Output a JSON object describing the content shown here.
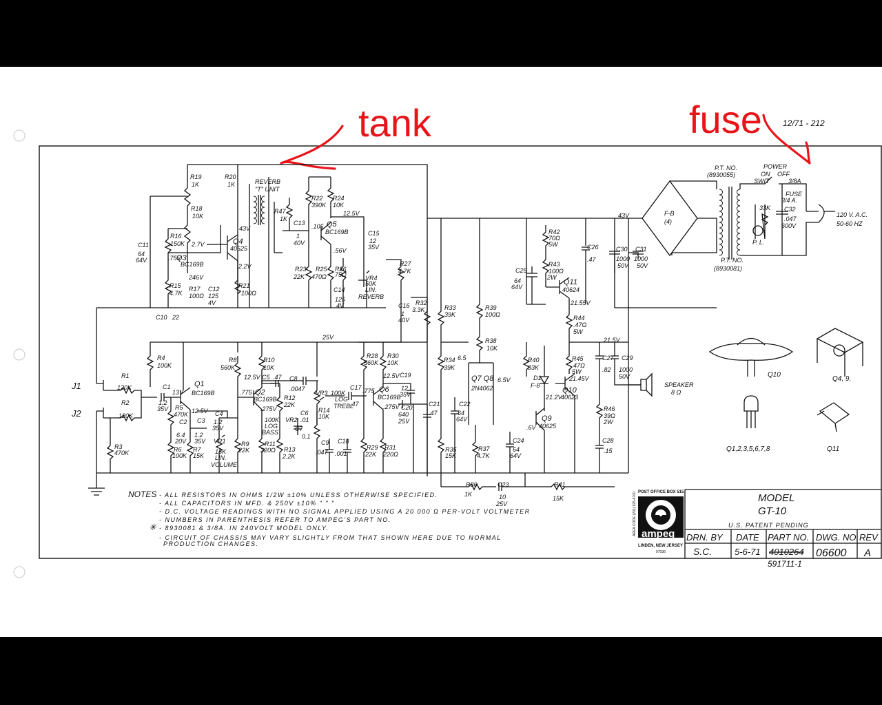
{
  "annotations": {
    "tank": "tank",
    "fuse": "fuse"
  },
  "header": {
    "doc_code": "12/71 - 212"
  },
  "reverb_labels": {
    "line1": "REVERB",
    "line2": "\"T\" UNIT"
  },
  "components": {
    "r19": "R19",
    "r19v": "1K",
    "r20": "R20",
    "r20v": "1K",
    "r18": "R18",
    "r18v": "10K",
    "r16": "R16",
    "r16v": "150K",
    "q3": "Q3",
    "q3t": "BC169B",
    "q4": "Q4",
    "q4t": "40625",
    "r15": "R15",
    "r15v": "4.7K",
    "r17": "R17",
    "r17v": "100Ω",
    "c12": "C12",
    "c12v": "125",
    "c12v2": "4V",
    "r21": "R21",
    "r21v": "100Ω",
    "c11": "C11",
    "c11v": "64",
    "c11v2": "64V",
    "c10": "C10",
    "c10v": "22",
    "r47": "R47",
    "r47v": "1K",
    "c13": "C13",
    "c13v": "1",
    "c13v2": "40V",
    "r22": "R22",
    "r22v": "390K",
    "r24": "R24",
    "r24v": "10K",
    "q5": "Q5",
    "q5t": "BC169B",
    "c15": "C15",
    "c15v": "12",
    "c15v2": "35V",
    "r23": "R23",
    "r23v": "22K",
    "r25": "R25",
    "r25v": "470Ω",
    "r26": "R26",
    "r26v": "75Ω",
    "vr4": "VR4",
    "vr4v": "50K",
    "vr4l": "LIN.",
    "vr4n": "REVERB",
    "c14": "C14",
    "c14v": "125",
    "c14v2": "4V",
    "r27": "R27",
    "r27v": "4.7K",
    "c16": "C16",
    "c16v": "1",
    "c16v2": "40V",
    "r32": "R32",
    "r32v": "3.3K",
    "r33": "R33",
    "r33v": "39K",
    "r39": "R39",
    "r39v": "100Ω",
    "r42": "R42",
    "r42v": "70Ω",
    "r42w": "5W",
    "r43": "R43",
    "r43v": "100Ω",
    "r43w": "2W",
    "c25": "C25",
    "c25v": "64",
    "c25v2": "64V",
    "q11": "Q11",
    "q11t": "40624",
    "c26": "C26",
    "c26v": ".47",
    "r44": "R44",
    "r44v": ".47Ω",
    "r44w": "5W",
    "c30": "C30",
    "c30v": "1000",
    "c30v2": "50V",
    "c31": "C31",
    "c31v": "1000",
    "c31v2": "50V",
    "fb": "F-B",
    "fbn": "(4)",
    "pt1": "P.T. NO.",
    "pt1n": "(8930055)",
    "pt2": "P.T. NO.",
    "pt2n": "(8930081)",
    "power": "POWER",
    "on": "ON",
    "off": "OFF",
    "swit": "SWIT",
    "fuse_rating": "3/8A",
    "fuse_label": "FUSE",
    "fuse_val": "3/4 A.",
    "c32": "C32",
    "c32v": ".047",
    "c32v2": "600V",
    "r33k": "33K",
    "pl": "P. L.",
    "ac1": "120 V. A.C.",
    "ac2": "50-60 HZ",
    "r4": "R4",
    "r4v": "100K",
    "r1": "R1",
    "r1v": "120K",
    "r2": "R2",
    "r2v": "120K",
    "r3": "R3",
    "r3v": "470K",
    "j1": "J1",
    "j2": "J2",
    "c1": "C1",
    "c1v": "1.2",
    "c1v2": "35V",
    "q1": "Q1",
    "q1t": "BC169B",
    "r5": "R5",
    "r5v": "470K",
    "c2": "C2",
    "c2v": "6.4",
    "c2v2": "20V",
    "c3": "C3",
    "c3v": "1.2",
    "c3v2": "35V",
    "r6": "R6",
    "r6v": "100K",
    "r7": "R7",
    "r7v": "15K",
    "vr1": "VR1",
    "vr1v": "15K",
    "vr1l": "LIN.",
    "vr1n": "VOLUME",
    "c4": "C4",
    "c4v": "1.2",
    "c4v2": "35V",
    "r8": "R8",
    "r8v": "560K",
    "r10": "R10",
    "r10v": "10K",
    "c5": "C5",
    "c5v": ".47",
    "c8": "C8",
    "c8v": ".0047",
    "q2": "Q2",
    "q2t": "BC169B",
    "r12": "R12",
    "r12v": "22K",
    "vr2": "VR2",
    "vr2v": "100K",
    "vr2l": "LOG",
    "vr2n": "BASS",
    "c6": "C6",
    "c6v": ".01",
    "c7": "C7",
    "c7v": "0.1",
    "vr3": "VR3",
    "vr3v": "100K",
    "vr3l": "LOG",
    "vr3n": "TREBL",
    "r14": "R14",
    "r14v": "10K",
    "c17": "C17",
    "c17v": ".47",
    "r9": "R9",
    "r9v": "22K",
    "r11": "R11",
    "r11v": "220Ω",
    "r13": "R13",
    "r13v": "2.2K",
    "c9": "C9",
    "c9v": ".047",
    "c18": "C18",
    "c18v": ".001",
    "r28": "R28",
    "r28v": "560K",
    "r30": "R30",
    "r30v": "10K",
    "q6": "Q6",
    "q6t": "BC169B",
    "c19": "C19",
    "c19v": "12",
    "c19v2": "35V",
    "c20": "C20",
    "c20v": "640",
    "c20v2": "25V",
    "c21": "C21",
    "c21v": ".47",
    "r29": "R29",
    "r29v": "22K",
    "r31": "R31",
    "r31v": "220Ω",
    "r34": "R34",
    "r34v": "39K",
    "q78": "Q7 Q8",
    "q78t": "2N4062",
    "r38": "R38",
    "r38v": "10K",
    "c22": "C22",
    "c22v": "64",
    "c22v2": "64V",
    "r35": "R35",
    "r35v": "15K",
    "r37": "R37",
    "r37v": "4.7K",
    "c24": "C24",
    "c24v": "64",
    "c24v2": "64V",
    "r40": "R40",
    "r40v": "33K",
    "d1": "D1",
    "d1t": "F-8",
    "q9": "Q9",
    "q9t": "40625",
    "q10": "Q10",
    "q10t": "40623",
    "r45": "R45",
    "r45v": "47Ω",
    "r45w": "5W",
    "c27": "C27",
    "c27v": ".82",
    "c29": "C29",
    "c29v": "1000",
    "c29v2": "50V",
    "r46": "R46",
    "r46v": "39Ω",
    "r46w": "2W",
    "c28": "C28",
    "c28v": ".15",
    "speaker": "SPEAKER",
    "speaker_ohm": "8 Ω",
    "r36": "R36",
    "r36v": "1K",
    "c23": "C23",
    "c23v": "10",
    "c23v2": "25V",
    "r41": "R41",
    "r41v": "15K"
  },
  "voltages": {
    "v43a": "43V",
    "v43b": "43V",
    "v27": "2.7V",
    "v75": ".75V",
    "v22": "2.2V",
    "v246": "246V",
    "v105": ".105",
    "v125a": "12.5V",
    "v56": ".56V",
    "v25": "25V",
    "v13": "13V",
    "v125b": "12.5V",
    "v125c": "12.5V",
    "v775": ".775",
    "v275": ".275V",
    "v775b": ".775",
    "v125d": "12.5V",
    "v275b": ".275V",
    "v65a": "6.5",
    "v65b": "6.5V",
    "v2155": "21.55V",
    "v215": "21.5V",
    "v2145": "21.45V",
    "v212": "21.2V",
    "v6": ".6V"
  },
  "packages": {
    "q10": "Q10",
    "q49": "Q4, 9.",
    "q1235678": "Q1,2,3,5,6,7,8",
    "q11": "Q11"
  },
  "notes": {
    "title": "NOTES",
    "lines": [
      "- ALL RESISTORS IN OHMS 1/2W ±10% UNLESS OTHERWISE SPECIFIED.",
      "- ALL CAPACITORS IN MFD. & 250V ±10% \"  \"  \"",
      "- D.C. VOLTAGE READINGS WITH NO SIGNAL APPLIED USING A 20 000 Ω PER-VOLT VOLTMETER",
      "- NUMBERS IN PARENTHESIS REFER TO AMPEG'S PART NO.",
      "- 8930081 & 3/8A. IN 240VOLT MODEL ONLY.",
      "- CIRCUIT OF CHASSIS MAY VARY SLIGHTLY FROM THAT SHOWN HERE DUE TO NORMAL",
      "PRODUCTION CHANGES."
    ]
  },
  "logo": {
    "po_box": "POST OFFICE BOX 515",
    "brand": "ampeg",
    "city": "LINDEN, NEW JERSEY",
    "zip": "07036",
    "phone": "AREA CODE (201) 925-6700"
  },
  "title_block": {
    "model_label": "MODEL",
    "model": "GT-10",
    "patent": "U.S. PATENT  PENDING",
    "headers": [
      "DRN. BY",
      "DATE",
      "PART NO.",
      "DWG. NO.",
      "REV"
    ],
    "values": [
      "S.C.",
      "5-6-71",
      "4010264",
      "06600",
      "A"
    ],
    "handwritten": "591711-1"
  }
}
